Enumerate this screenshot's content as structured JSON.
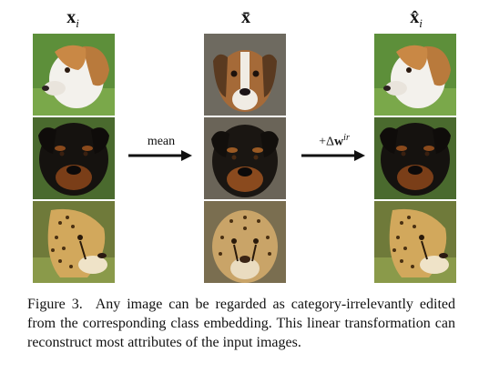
{
  "columns": {
    "left": {
      "symbol": "x",
      "subscript": "i"
    },
    "middle": {
      "symbol": "x̄"
    },
    "right": {
      "symbol": "x̂",
      "subscript": "i"
    }
  },
  "arrows": {
    "mean": "mean",
    "delta_prefix": "+Δ",
    "delta_bold": "w",
    "delta_sup": "ir"
  },
  "rows": [
    {
      "subject": "beagle puppy"
    },
    {
      "subject": "rottweiler"
    },
    {
      "subject": "cheetah"
    }
  ],
  "caption": {
    "label": "Figure 3.",
    "text": "Any image can be regarded as category-irrelevantly edited from the corresponding class embedding. This linear transformation can reconstruct most attributes of the input images."
  }
}
